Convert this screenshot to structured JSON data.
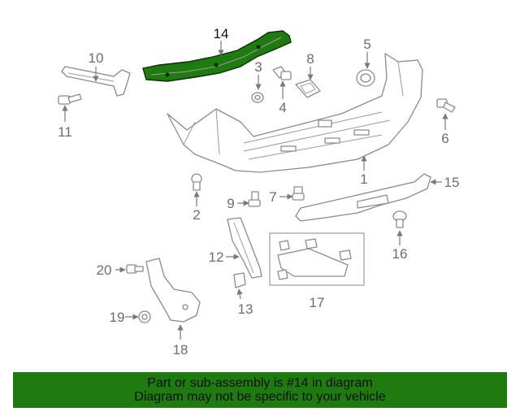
{
  "highlight_color": "#1f7a10",
  "banner": {
    "line1": "Part or sub-assembly is #14 in diagram",
    "line2": "Diagram may not be specific to your vehicle",
    "background": "#1f7a10"
  },
  "callouts": {
    "c1": "1",
    "c2": "2",
    "c3": "3",
    "c4": "4",
    "c5": "5",
    "c6": "6",
    "c7": "7",
    "c8": "8",
    "c9": "9",
    "c10": "10",
    "c11": "11",
    "c12": "12",
    "c13": "13",
    "c14": "14",
    "c15": "15",
    "c16": "16",
    "c17": "17",
    "c18": "18",
    "c19": "19",
    "c20": "20"
  }
}
